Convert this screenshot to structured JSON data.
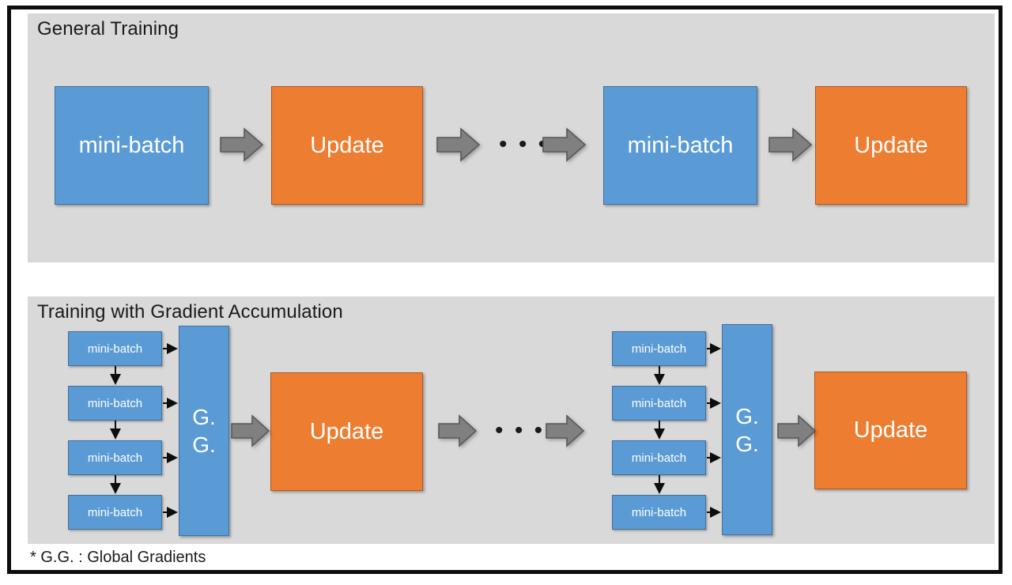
{
  "figure": {
    "background_color": "#ffffff",
    "frame_color": "#0d0d0d",
    "panel_color": "#d9d9d9",
    "blue": "#5b9bd5",
    "blue_border": "#41719c",
    "orange": "#ed7d31",
    "orange_border": "#ae5a21",
    "arrow_gray": "#808080",
    "arrow_gray_border": "#595959"
  },
  "panels": [
    {
      "id": "general-training",
      "title": "General Training",
      "nodes": [
        {
          "id": "top-mb-1",
          "label": "mini-batch",
          "kind": "blue"
        },
        {
          "id": "top-up-1",
          "label": "Update",
          "kind": "orange"
        },
        {
          "id": "top-mb-2",
          "label": "mini-batch",
          "kind": "blue"
        },
        {
          "id": "top-up-2",
          "label": "Update",
          "kind": "orange"
        }
      ],
      "ellipsis": "• • •"
    },
    {
      "id": "gradient-accumulation",
      "title": "Training with Gradient Accumulation",
      "left_group": {
        "mini_batches": [
          "mini-batch",
          "mini-batch",
          "mini-batch",
          "mini-batch"
        ],
        "accumulator": {
          "line1": "G.",
          "line2": "G."
        }
      },
      "update_left": {
        "label": "Update",
        "kind": "orange"
      },
      "ellipsis": "• • •",
      "right_group": {
        "mini_batches": [
          "mini-batch",
          "mini-batch",
          "mini-batch",
          "mini-batch"
        ],
        "accumulator": {
          "line1": "G.",
          "line2": "G."
        }
      },
      "update_right": {
        "label": "Update",
        "kind": "orange"
      }
    }
  ],
  "footnote": "* G.G. : Global Gradients"
}
